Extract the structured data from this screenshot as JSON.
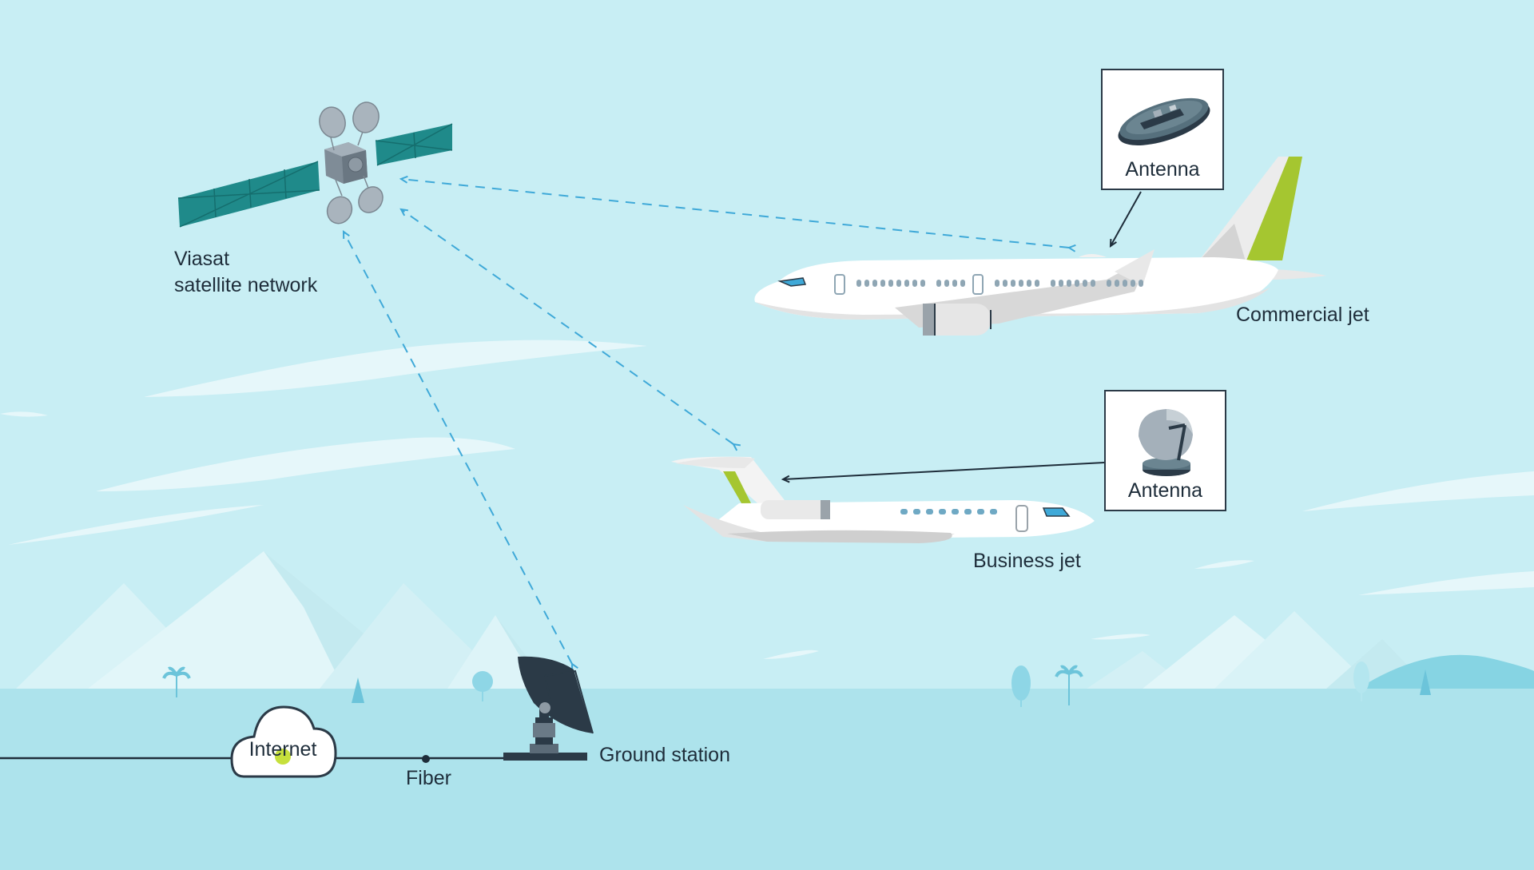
{
  "colors": {
    "sky": "#c8eef4",
    "ground": "#ade3ec",
    "link": "#3fa9d8",
    "dark": "#2b3a47",
    "accent_green": "#a5c630",
    "panel_teal": "#1f8a8a"
  },
  "satellite": {
    "label_line1": "Viasat",
    "label_line2": "satellite network"
  },
  "commercial_jet": {
    "label": "Commercial jet",
    "antenna_label": "Antenna",
    "antenna_icon": "flat-panel-antenna-icon"
  },
  "business_jet": {
    "label": "Business jet",
    "antenna_label": "Antenna",
    "antenna_icon": "dish-antenna-icon"
  },
  "ground_station": {
    "label": "Ground station"
  },
  "internet": {
    "label": "Internet"
  },
  "fiber": {
    "label": "Fiber"
  }
}
